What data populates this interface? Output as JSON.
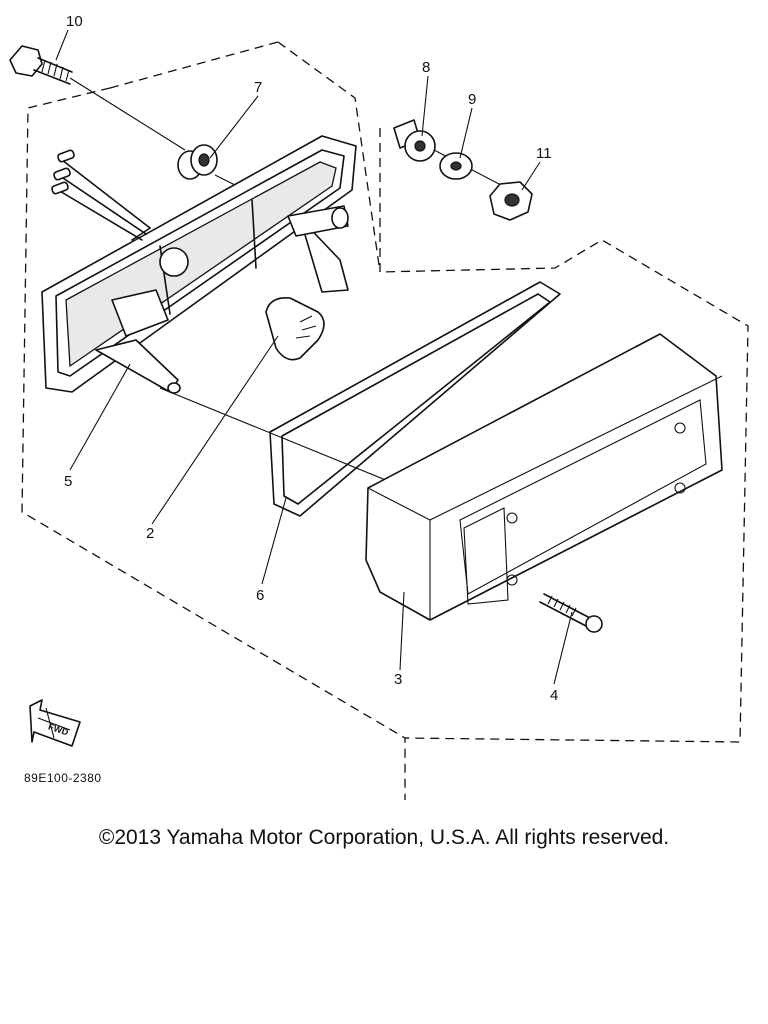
{
  "callouts": {
    "c1": "10",
    "c2": "7",
    "c3": "8",
    "c4": "9",
    "c5": "11",
    "c6": "5",
    "c7": "2",
    "c8": "6",
    "c9": "3",
    "c10": "4"
  },
  "direction_label": "FWD",
  "diagram_code": "89E100-2380",
  "copyright": "©2013 Yamaha Motor Corporation, U.S.A. All rights reserved."
}
